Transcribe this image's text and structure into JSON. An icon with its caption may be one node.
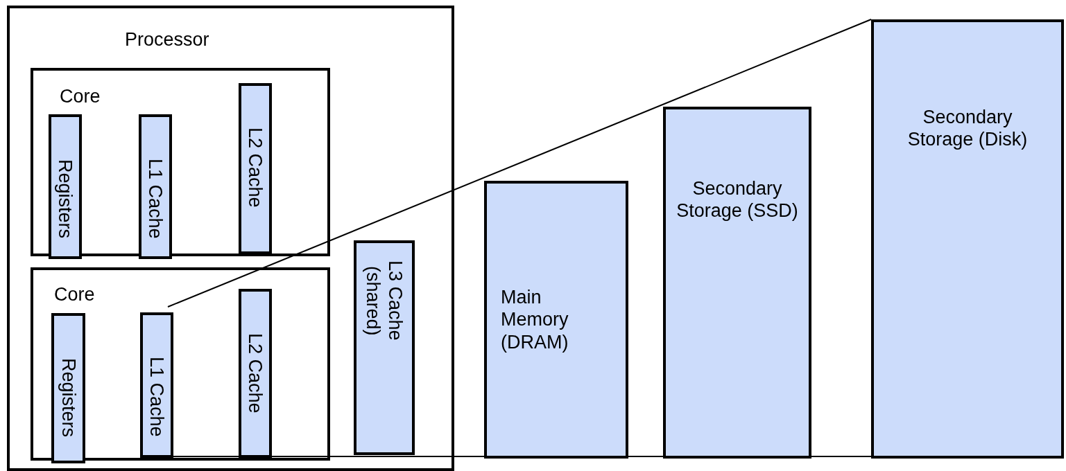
{
  "diagram": {
    "nodes": [
      {
        "text": [
          "Processor"
        ]
      },
      {
        "text": [
          "Core"
        ],
        "in": 0
      },
      {
        "text": [
          "Registers"
        ],
        "in": 1
      },
      {
        "text": [
          "L1 Cache"
        ],
        "in": 1
      },
      {
        "text": [
          "L2 Cache"
        ],
        "in": 1
      },
      {
        "text": [
          "Core"
        ],
        "in": 0
      },
      {
        "text": [
          "Registers"
        ],
        "in": 5
      },
      {
        "text": [
          "L1 Cache"
        ],
        "in": 5
      },
      {
        "text": [
          "L2 Cache"
        ],
        "in": 5
      },
      {
        "text": [
          "L3 Cache (shared)"
        ],
        "in": 0
      },
      {
        "text": [
          "Main Memory (DRAM)"
        ]
      },
      {
        "text": [
          "Secondary Storage (SSD)"
        ]
      },
      {
        "text": [
          "Secondary Storage (Disk)"
        ]
      }
    ],
    "edges": [
      {
        "from": 7,
        "to": 12,
        "arrow": "none"
      },
      {
        "from": 7,
        "to": 12,
        "arrow": "none"
      }
    ]
  }
}
